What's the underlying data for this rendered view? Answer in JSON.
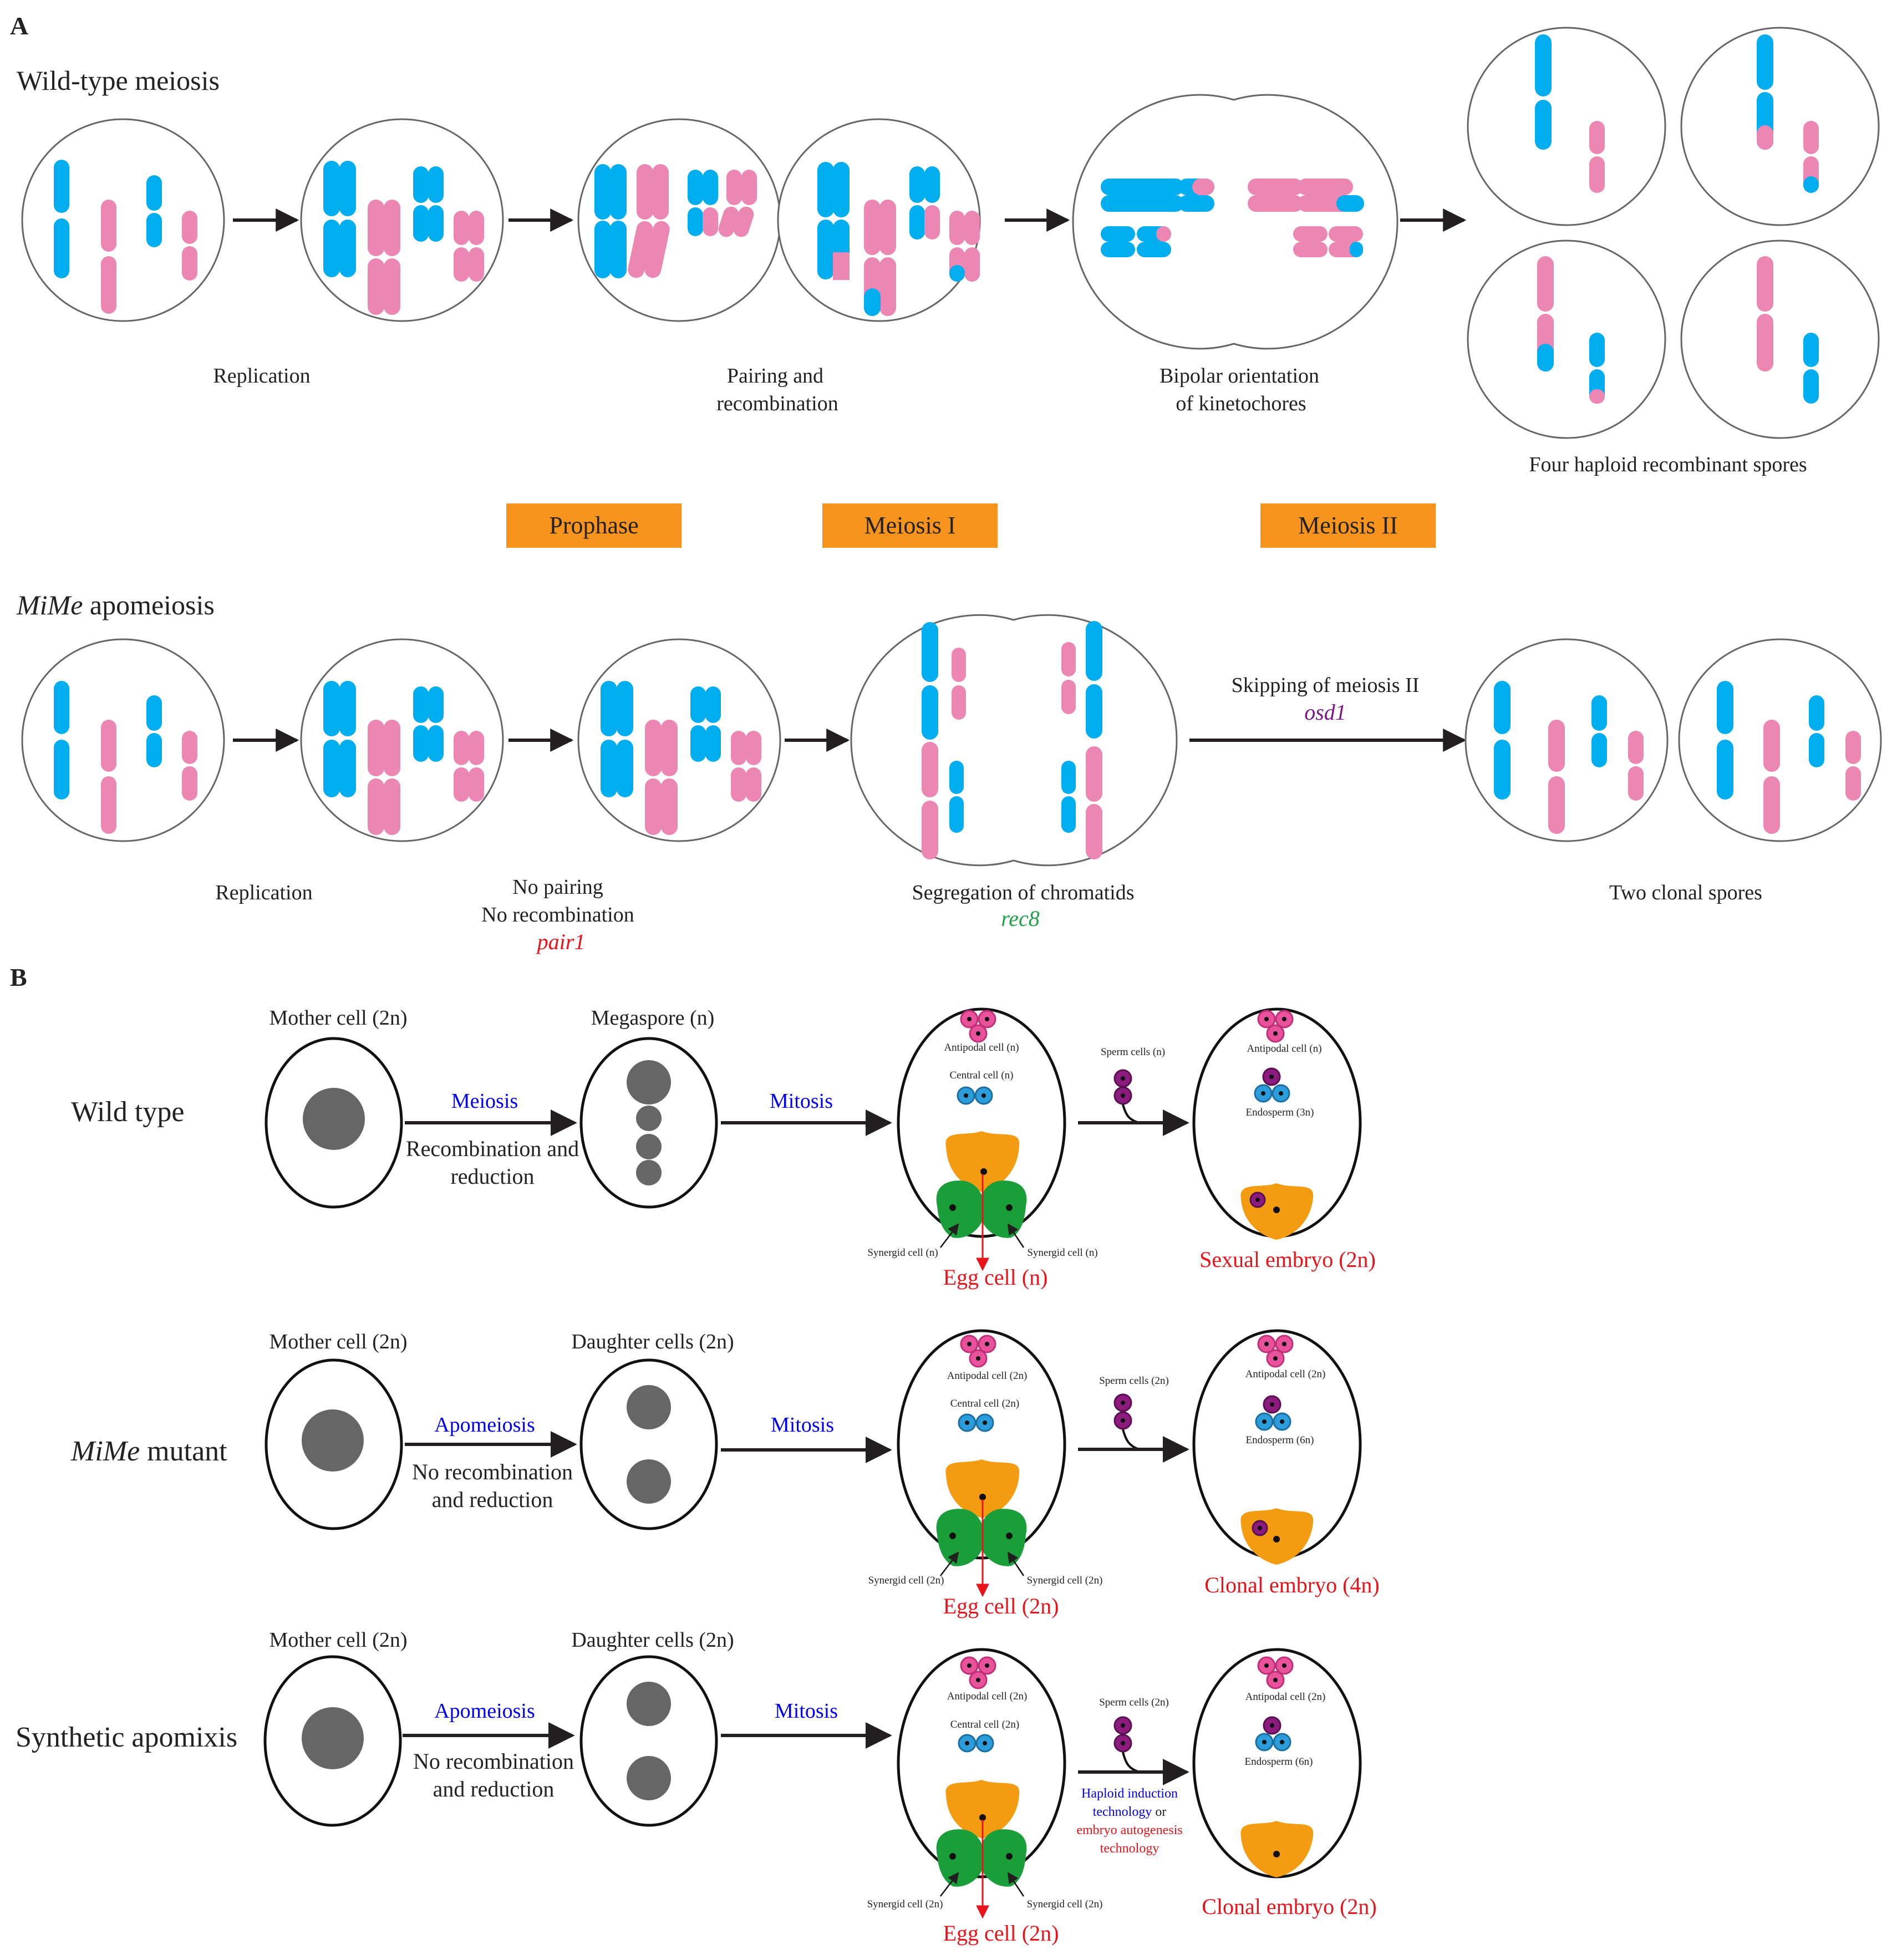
{
  "panel_a": {
    "letter": "A",
    "wild_type": {
      "title": "Wild-type meiosis",
      "step_replication": "Replication",
      "step_pairing_1": "Pairing and",
      "step_pairing_2": "recombination",
      "step_bipolar_1": "Bipolar orientation",
      "step_bipolar_2": "of kinetochores",
      "result": "Four haploid recombinant spores"
    },
    "stages": {
      "prophase": "Prophase",
      "meiosis1": "Meiosis I",
      "meiosis2": "Meiosis II"
    },
    "mime": {
      "title_italic": "MiMe",
      "title_rest": " apomeiosis",
      "step_replication": "Replication",
      "no_pairing": "No pairing",
      "no_recombination": "No  recombination",
      "gene_pair1": "pair1",
      "segregation": "Segregation of chromatids",
      "gene_rec8": "rec8",
      "skipping": "Skipping of meiosis II",
      "gene_osd1": "osd1",
      "result": "Two clonal spores"
    }
  },
  "panel_b": {
    "letter": "B",
    "rows": [
      {
        "label": "Wild type",
        "mother": "Mother cell (2n)",
        "second_title": "Megaspore (n)",
        "process": "Meiosis",
        "detail_1": "Recombination and",
        "detail_2": "reduction",
        "mitosis": "Mitosis",
        "antipodal": "Antipodal cell (n)",
        "central": "Central cell (n)",
        "synergid_left": "Synergid cell (n)",
        "synergid_right": "Synergid cell (n)",
        "egg": "Egg cell (n)",
        "sperm": "Sperm cells (n)",
        "antipodal_after": "Antipodal cell (n)",
        "endosperm": "Endosperm (3n)",
        "embryo": "Sexual embryo (2n)"
      },
      {
        "label_italic": "MiMe",
        "label_rest": " mutant",
        "mother": "Mother cell (2n)",
        "second_title": "Daughter cells (2n)",
        "process": "Apomeiosis",
        "detail_1": "No recombination",
        "detail_2": "and reduction",
        "mitosis": "Mitosis",
        "antipodal": "Antipodal cell (2n)",
        "central": "Central cell (2n)",
        "synergid_left": "Synergid cell (2n)",
        "synergid_right": "Synergid cell (2n)",
        "egg": "Egg cell (2n)",
        "sperm": "Sperm cells (2n)",
        "antipodal_after": "Antipodal cell (2n)",
        "endosperm": "Endosperm (6n)",
        "embryo": "Clonal embryo (4n)"
      },
      {
        "label": "Synthetic apomixis",
        "mother": "Mother cell (2n)",
        "second_title": "Daughter cells (2n)",
        "process": "Apomeiosis",
        "detail_1": "No recombination",
        "detail_2": "and reduction",
        "mitosis": "Mitosis",
        "antipodal": "Antipodal cell (2n)",
        "central": "Central cell (2n)",
        "synergid_left": "Synergid cell (2n)",
        "synergid_right": "Synergid cell (2n)",
        "egg": "Egg cell (2n)",
        "sperm": "Sperm cells (2n)",
        "antipodal_after": "Antipodal cell (2n)",
        "endosperm": "Endosperm (6n)",
        "embryo": "Clonal embryo (2n)",
        "tech_1": "Haploid induction",
        "tech_2a": "technology",
        "tech_2b": " or",
        "tech_3": "embryo autogenesis",
        "tech_4": "technology"
      }
    ]
  },
  "colors": {
    "blue_chromosome": "#00AEEF",
    "pink_chromosome": "#EC87B3",
    "stage_box": "#F7941D",
    "nucleus": "#666666",
    "antipodal": "#E8529A",
    "central": "#2D9CDB",
    "sperm": "#8C1B7E",
    "egg": "#F39C12",
    "synergid": "#1A9E3A",
    "blue_text": "#0000EE",
    "red_text": "#E8141B",
    "green_text": "#1FA247",
    "purple_text": "#7B1A86"
  }
}
